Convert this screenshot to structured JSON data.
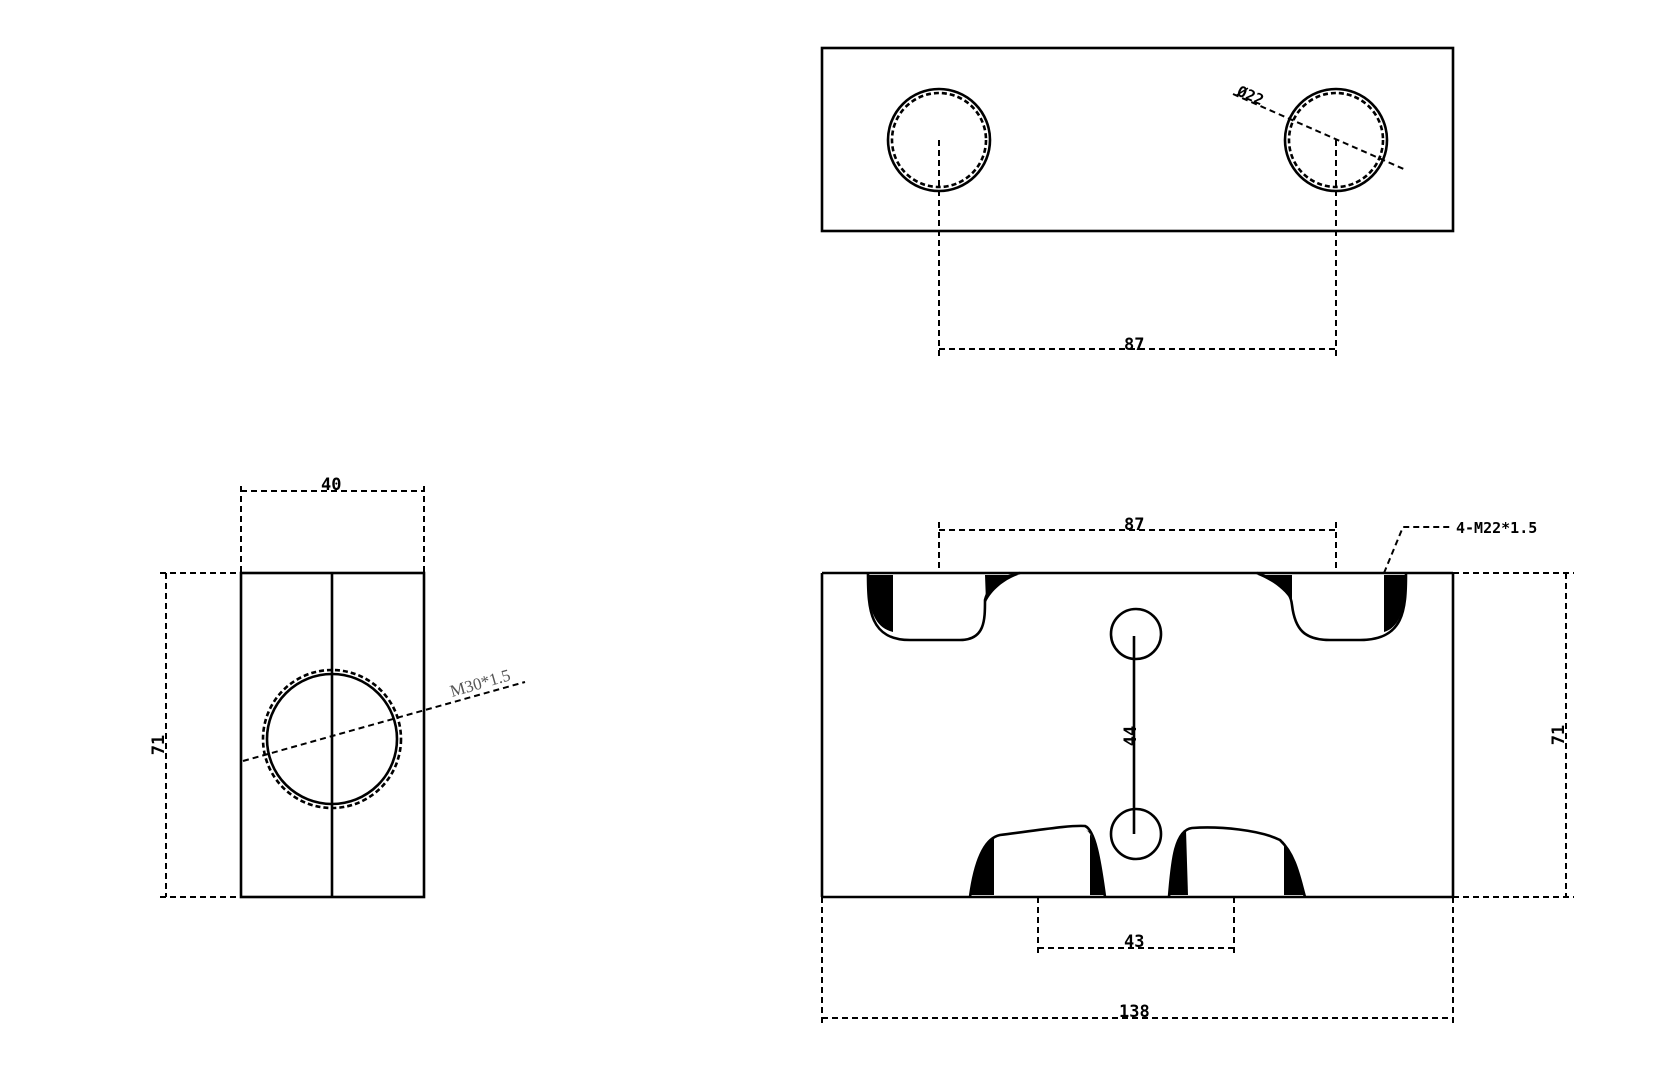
{
  "dimensions": {
    "top_view_spacing": "87",
    "top_view_hole_dia": "Ø22",
    "side_view_width": "40",
    "side_view_height": "71",
    "side_view_thread": "M30*1.5",
    "front_view_spacing": "87",
    "front_view_thread_note": "4-M22*1.5",
    "front_view_vertical_spacing": "44",
    "front_view_height": "71",
    "front_view_bottom_spacing": "43",
    "front_view_total_length": "138"
  }
}
